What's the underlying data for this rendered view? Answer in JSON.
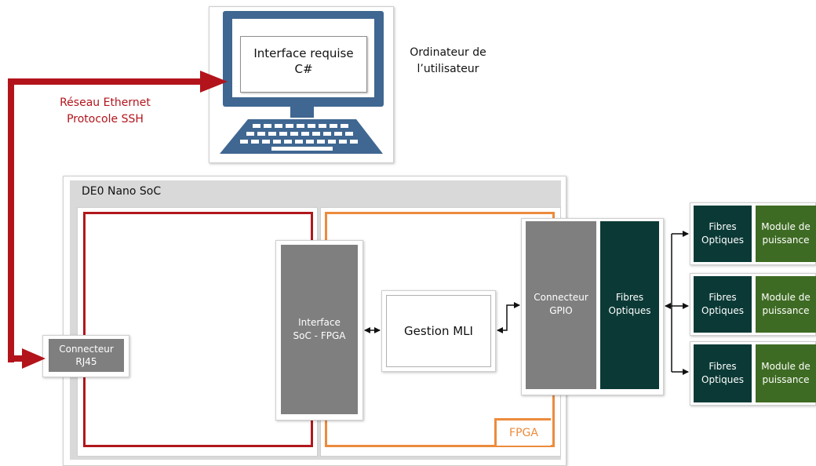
{
  "computer": {
    "screen_text": "Interface requise\nC#",
    "caption": "Ordinateur de\nl’utilisateur"
  },
  "network_label": "Réseau Ethernet\nProtocole SSH",
  "board": {
    "title": "DE0 Nano SoC",
    "fpga_label": "FPGA"
  },
  "blocks": {
    "rj45": "Connecteur\nRJ45",
    "soc_fpga": "Interface\nSoC - FPGA",
    "mli": "Gestion MLI",
    "gpio": "Connecteur\nGPIO",
    "fiber_main": "Fibres\nOptiques"
  },
  "outputs": [
    {
      "fiber": "Fibres\nOptiques",
      "module": "Module de\npuissance"
    },
    {
      "fiber": "Fibres\nOptiques",
      "module": "Module de\npuissance"
    },
    {
      "fiber": "Fibres\nOptiques",
      "module": "Module de\npuissance"
    }
  ],
  "colors": {
    "network_red": "#b3141c",
    "hps_red": "#b0171d",
    "fpga_orange": "#ec8b3c",
    "monitor_blue": "#3f6791",
    "block_gray": "#7f7f7f",
    "fiber_teal": "#0b3a36",
    "module_green": "#3e6b23",
    "board_gray": "#d9d9d9"
  }
}
